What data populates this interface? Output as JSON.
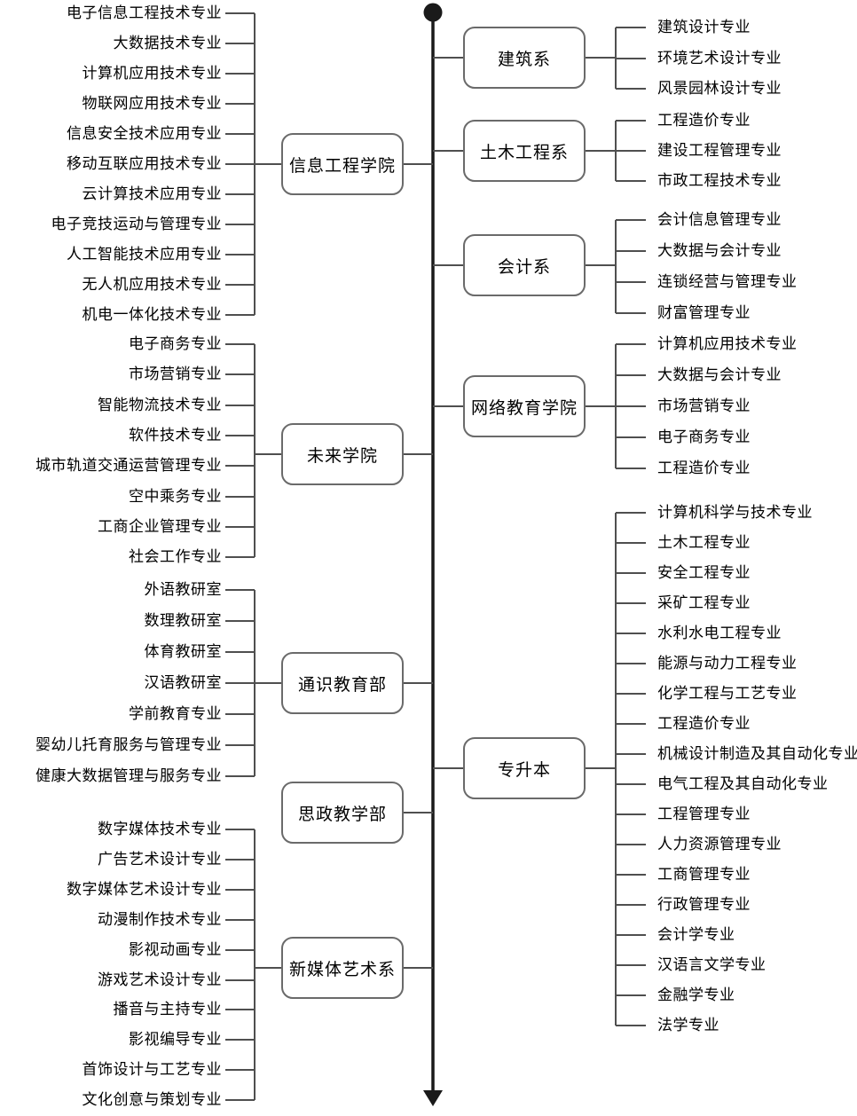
{
  "diagram": {
    "colors": {
      "spine": "#1a1a1a",
      "connector": "#4f4f4f",
      "box_border": "#6a6a6a",
      "box_fill": "#ffffff",
      "text": "#000000",
      "background": "#ffffff"
    },
    "left_branches": [
      {
        "department": "信息工程学院",
        "children": [
          "电子信息工程技术专业",
          "大数据技术专业",
          "计算机应用技术专业",
          "物联网应用技术专业",
          "信息安全技术应用专业",
          "移动互联应用技术专业",
          "云计算技术应用专业",
          "电子竞技运动与管理专业",
          "人工智能技术应用专业",
          "无人机应用技术专业",
          "机电一体化技术专业"
        ]
      },
      {
        "department": "未来学院",
        "children": [
          "电子商务专业",
          "市场营销专业",
          "智能物流技术专业",
          "软件技术专业",
          "城市轨道交通运营管理专业",
          "空中乘务专业",
          "工商企业管理专业",
          "社会工作专业"
        ]
      },
      {
        "department": "通识教育部",
        "children": [
          "外语教研室",
          "数理教研室",
          "体育教研室",
          "汉语教研室",
          "学前教育专业",
          "婴幼儿托育服务与管理专业",
          "健康大数据管理与服务专业"
        ]
      },
      {
        "department": "思政教学部",
        "children": []
      },
      {
        "department": "新媒体艺术系",
        "children": [
          "数字媒体技术专业",
          "广告艺术设计专业",
          "数字媒体艺术设计专业",
          "动漫制作技术专业",
          "影视动画专业",
          "游戏艺术设计专业",
          "播音与主持专业",
          "影视编导专业",
          "首饰设计与工艺专业",
          "文化创意与策划专业"
        ]
      }
    ],
    "right_branches": [
      {
        "department": "建筑系",
        "children": [
          "建筑设计专业",
          "环境艺术设计专业",
          "风景园林设计专业"
        ]
      },
      {
        "department": "土木工程系",
        "children": [
          "工程造价专业",
          "建设工程管理专业",
          "市政工程技术专业"
        ]
      },
      {
        "department": "会计系",
        "children": [
          "会计信息管理专业",
          "大数据与会计专业",
          "连锁经营与管理专业",
          "财富管理专业"
        ]
      },
      {
        "department": "网络教育学院",
        "children": [
          "计算机应用技术专业",
          "大数据与会计专业",
          "市场营销专业",
          "电子商务专业",
          "工程造价专业"
        ]
      },
      {
        "department": "专升本",
        "children": [
          "计算机科学与技术专业",
          "土木工程专业",
          "安全工程专业",
          "采矿工程专业",
          "水利水电工程专业",
          "能源与动力工程专业",
          "化学工程与工艺专业",
          "工程造价专业",
          "机械设计制造及其自动化专业",
          "电气工程及其自动化专业",
          "工程管理专业",
          "人力资源管理专业",
          "工商管理专业",
          "行政管理专业",
          "会计学专业",
          "汉语言文学专业",
          "金融学专业",
          "法学专业"
        ]
      }
    ]
  }
}
